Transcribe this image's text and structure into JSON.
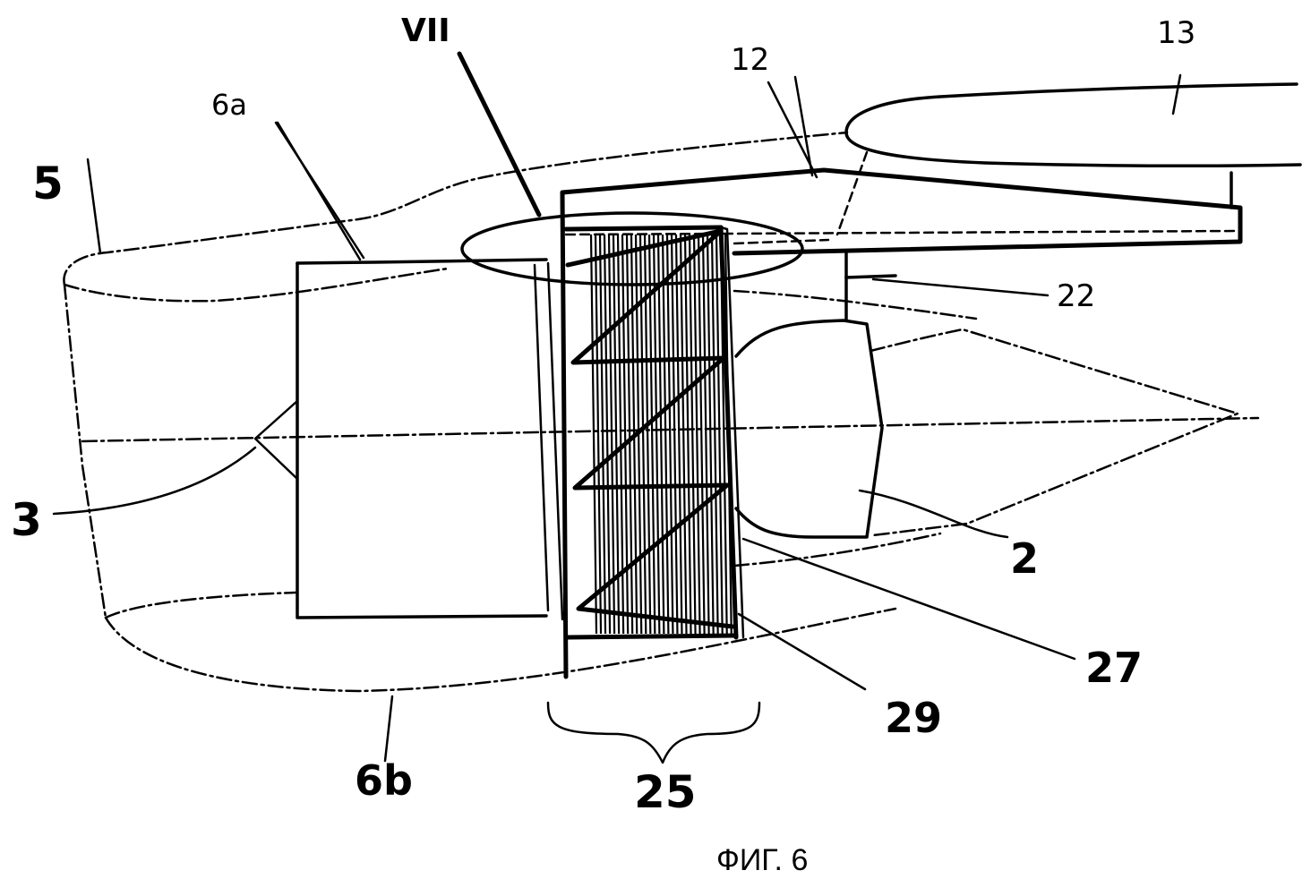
{
  "figure": {
    "caption": "ФИГ. 6",
    "labels": {
      "section": "VII",
      "l12": "12",
      "l13": "13",
      "l6a": "6a",
      "l5": "5",
      "l22": "22",
      "l3": "3",
      "l2": "2",
      "l27": "27",
      "l29": "29",
      "l6b": "6b",
      "l25": "25"
    }
  }
}
